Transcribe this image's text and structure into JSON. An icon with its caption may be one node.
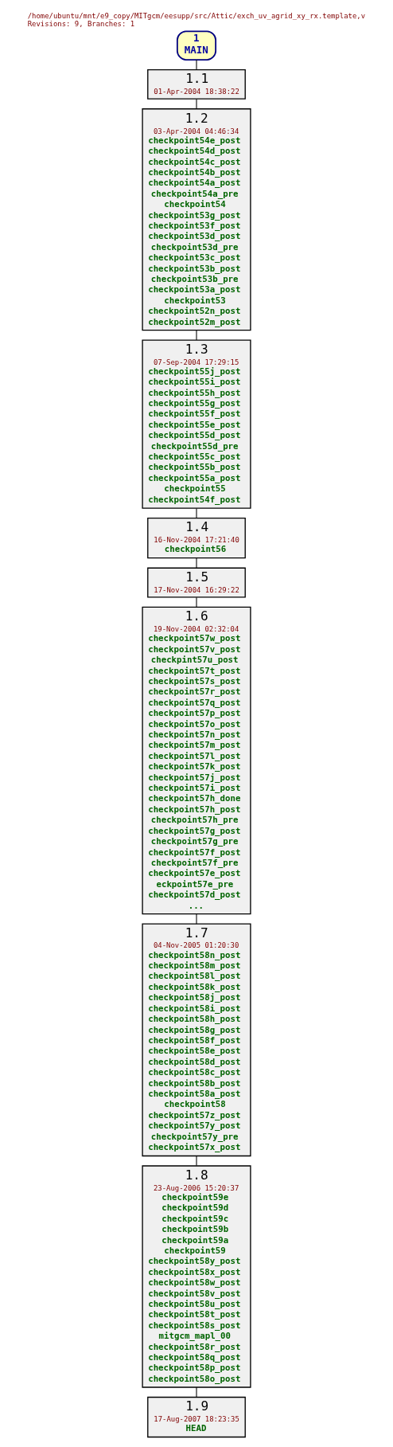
{
  "diagram": {
    "title": "/home/ubuntu/mnt/e9_copy/MITgcm/eesupp/src/Attic/exch_uv_agrid_xy_rx.template,v",
    "caption": "Revisions: 9, Branches: 1",
    "nodes": [
      {
        "text": [
          "1",
          "MAIN"
        ]
      },
      {
        "text": [
          "1.1",
          "01-Apr-2004 18:38:22"
        ]
      },
      {
        "text": [
          "1.2",
          "03-Apr-2004 04:46:34",
          "checkpoint54e_post",
          "checkpoint54d_post",
          "checkpoint54c_post",
          "checkpoint54b_post",
          "checkpoint54a_post",
          "checkpoint54a_pre",
          "checkpoint54",
          "checkpoint53g_post",
          "checkpoint53f_post",
          "checkpoint53d_post",
          "checkpoint53d_pre",
          "checkpoint53c_post",
          "checkpoint53b_post",
          "checkpoint53b_pre",
          "checkpoint53a_post",
          "checkpoint53",
          "checkpoint52n_post",
          "checkpoint52m_post"
        ]
      },
      {
        "text": [
          "1.3",
          "07-Sep-2004 17:29:15",
          "checkpoint55j_post",
          "checkpoint55i_post",
          "checkpoint55h_post",
          "checkpoint55g_post",
          "checkpoint55f_post",
          "checkpoint55e_post",
          "checkpoint55d_post",
          "checkpoint55d_pre",
          "checkpoint55c_post",
          "checkpoint55b_post",
          "checkpoint55a_post",
          "checkpoint55",
          "checkpoint54f_post"
        ]
      },
      {
        "text": [
          "1.4",
          "16-Nov-2004 17:21:40",
          "checkpoint56"
        ]
      },
      {
        "text": [
          "1.5",
          "17-Nov-2004 16:29:22"
        ]
      },
      {
        "text": [
          "1.6",
          "19-Nov-2004 02:32:04",
          "checkpoint57w_post",
          "checkpoint57v_post",
          "checkpint57u_post",
          "checkpoint57t_post",
          "checkpoint57s_post",
          "checkpoint57r_post",
          "checkpoint57q_post",
          "checkpoint57p_post",
          "checkpoint57o_post",
          "checkpoint57n_post",
          "checkpoint57m_post",
          "checkpoint57l_post",
          "checkpoint57k_post",
          "checkpoint57j_post",
          "checkpoint57i_post",
          "checkpoint57h_done",
          "checkpoint57h_post",
          "checkpoint57h_pre",
          "checkpoint57g_post",
          "checkpoint57g_pre",
          "checkpoint57f_post",
          "checkpoint57f_pre",
          "checkpoint57e_post",
          "eckpoint57e_pre",
          "checkpoint57d_post",
          "..."
        ]
      },
      {
        "text": [
          "1.7",
          "04-Nov-2005 01:20:30",
          "checkpoint58n_post",
          "checkpoint58m_post",
          "checkpoint58l_post",
          "checkpoint58k_post",
          "checkpoint58j_post",
          "checkpoint58i_post",
          "checkpoint58h_post",
          "checkpoint58g_post",
          "checkpoint58f_post",
          "checkpoint58e_post",
          "checkpoint58d_post",
          "checkpoint58c_post",
          "checkpoint58b_post",
          "checkpoint58a_post",
          "checkpoint58",
          "checkpoint57z_post",
          "checkpoint57y_post",
          "checkpoint57y_pre",
          "checkpoint57x_post"
        ]
      },
      {
        "text": [
          "1.8",
          "23-Aug-2006 15:20:37",
          "checkpoint59e",
          "checkpoint59d",
          "checkpoint59c",
          "checkpoint59b",
          "checkpoint59a",
          "checkpoint59",
          "checkpoint58y_post",
          "checkpoint58x_post",
          "checkpoint58w_post",
          "checkpoint58v_post",
          "checkpoint58u_post",
          "checkpoint58t_post",
          "checkpoint58s_post",
          "mitgcm_mapl_00",
          "checkpoint58r_post",
          "checkpoint58q_post",
          "checkpoint58p_post",
          "checkpoint58o_post"
        ]
      },
      {
        "text": [
          "1.9",
          "17-Aug-2007 18:23:35",
          "HEAD"
        ]
      }
    ],
    "edges": [
      {
        "from": 0,
        "to": 1,
        "arrow": "none"
      },
      {
        "from": 1,
        "to": 2,
        "arrow": "none"
      },
      {
        "from": 2,
        "to": 3,
        "arrow": "none"
      },
      {
        "from": 3,
        "to": 4,
        "arrow": "none"
      },
      {
        "from": 4,
        "to": 5,
        "arrow": "none"
      },
      {
        "from": 5,
        "to": 6,
        "arrow": "none"
      },
      {
        "from": 6,
        "to": 7,
        "arrow": "none"
      },
      {
        "from": 7,
        "to": 8,
        "arrow": "none"
      },
      {
        "from": 8,
        "to": 9,
        "arrow": "none"
      }
    ]
  }
}
